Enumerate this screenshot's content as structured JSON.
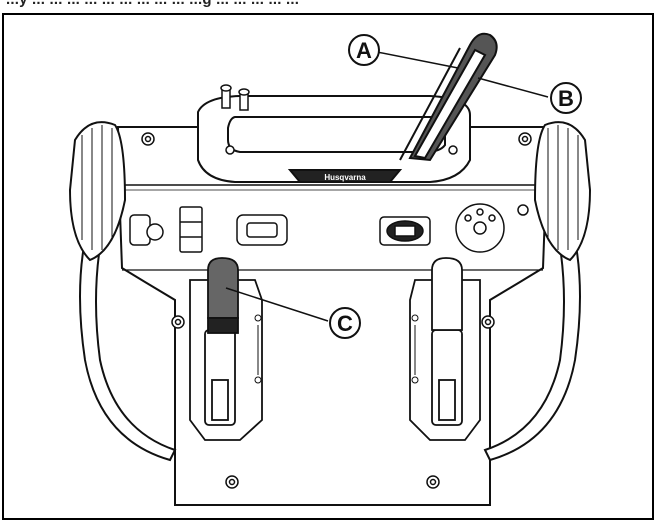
{
  "figure": {
    "caption_fragment": "...y ... ... ... ... ... ... ... ... ... ...g ... ... ... ... ...",
    "brand_text": "Husqvarna",
    "callouts": [
      {
        "letter": "A"
      },
      {
        "letter": "B"
      },
      {
        "letter": "C"
      }
    ]
  }
}
